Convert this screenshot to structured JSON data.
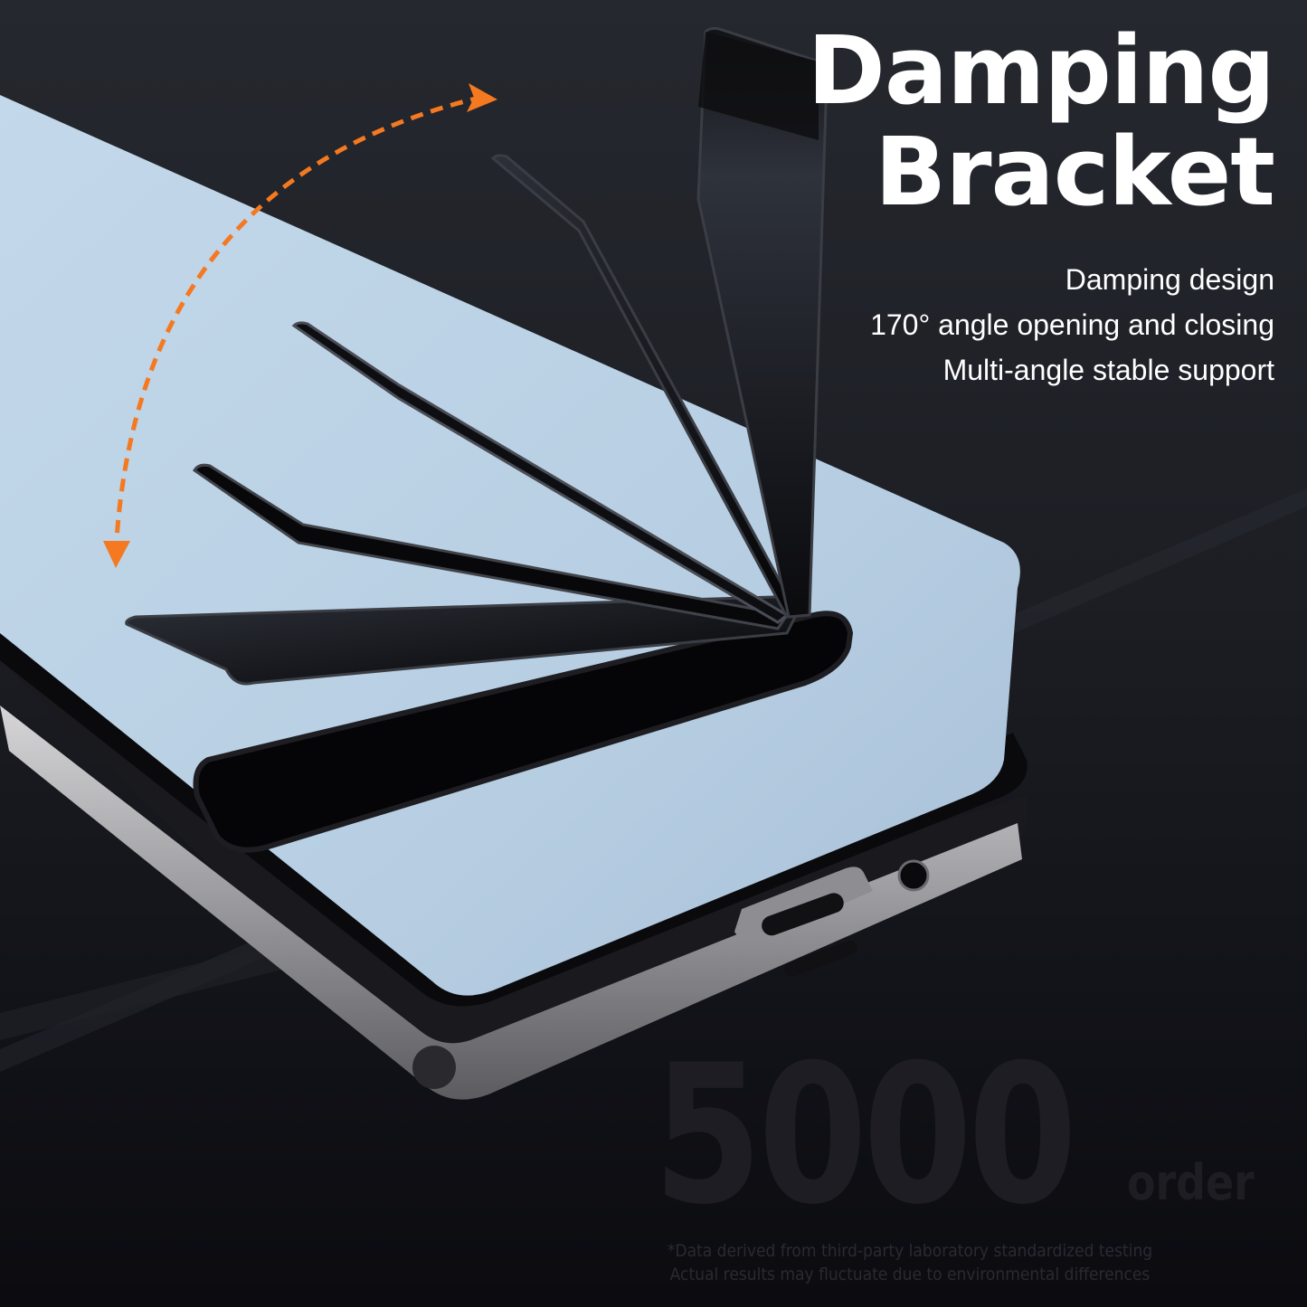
{
  "headline": {
    "line1": "Damping",
    "line2": "Bracket"
  },
  "features": [
    "Damping design",
    "170° angle opening and closing",
    "Multi-angle stable support"
  ],
  "durability": {
    "count": "5000",
    "unit": "order"
  },
  "disclaimer": {
    "line1": "*Data derived from third-party laboratory standardized testing",
    "line2": "Actual results may fluctuate due to environmental differences"
  },
  "colors": {
    "background_top": "#24272d",
    "background_bottom": "#0c0c11",
    "case_leather": "#c0d6e8",
    "bracket_black": "#0a0a0c",
    "arrow_orange": "#f47920",
    "frame_silver": "#b9b9bc"
  },
  "icons": {
    "rotation_arrow": "curved-double-arrow-icon"
  }
}
